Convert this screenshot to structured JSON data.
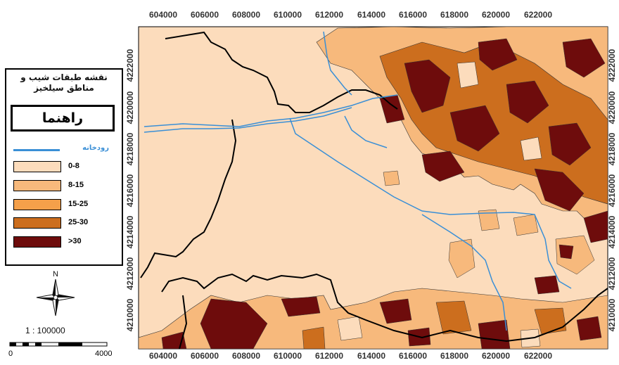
{
  "map": {
    "top_ticks": [
      "604000",
      "606000",
      "608000",
      "610000",
      "612000",
      "614000",
      "616000",
      "618000",
      "620000",
      "622000"
    ],
    "bottom_ticks": [
      "604000",
      "606000",
      "608000",
      "610000",
      "612000",
      "614000",
      "616000",
      "618000",
      "620000",
      "622000"
    ],
    "left_ticks": [
      "4222000",
      "4220000",
      "4218000",
      "4216000",
      "4214000",
      "4212000",
      "4210000"
    ],
    "right_ticks": [
      "4222000",
      "4220000",
      "4218000",
      "4216000",
      "4214000",
      "4212000",
      "4210000"
    ]
  },
  "legend": {
    "title": "نقشه طبقات شیب و مناطق سیلخیز",
    "box_label": "راهنما",
    "river_label": "رودخانه",
    "classes": [
      {
        "label": "0-8",
        "color": "#fcdcbc"
      },
      {
        "label": "8-15",
        "color": "#f7b97c"
      },
      {
        "label": "15-25",
        "color": "#f5a04a"
      },
      {
        "label": "25-30",
        "color": "#cc6e1e"
      },
      {
        "label": ">30",
        "color": "#6e0c0c"
      }
    ]
  },
  "colors": {
    "river": "#3a8fd6",
    "background": "#fcdcbc"
  },
  "north_label": "N",
  "scale": {
    "text": "1 : 100000",
    "min": "0",
    "max": "4000"
  }
}
